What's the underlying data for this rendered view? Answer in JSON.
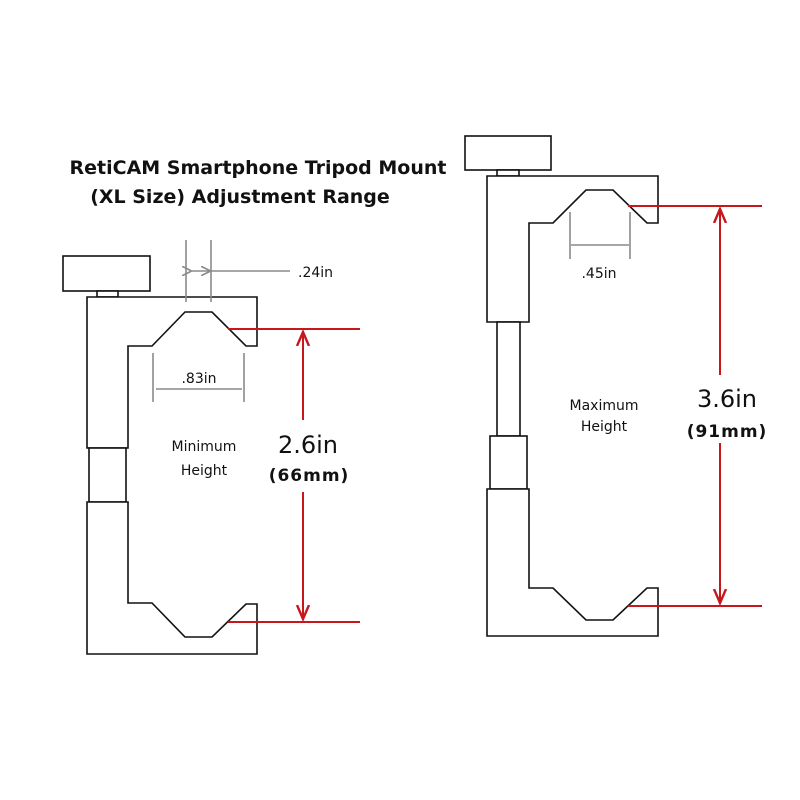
{
  "title": {
    "line1": "RetiCAM Smartphone Tripod Mount",
    "line2": "(XL Size) Adjustment Range"
  },
  "min_view": {
    "label_line1": "Minimum",
    "label_line2": "Height",
    "height_in": "2.6in",
    "height_mm": "(66mm)",
    "jaw_top_width": ".24in",
    "jaw_opening_width": ".83in"
  },
  "max_view": {
    "label_line1": "Maximum",
    "label_line2": "Height",
    "height_in": "3.6in",
    "height_mm": "(91mm)",
    "jaw_opening_width": ".45in"
  },
  "colors": {
    "dimension_red": "#c8161d",
    "dimension_gray": "#8a8a8a"
  }
}
